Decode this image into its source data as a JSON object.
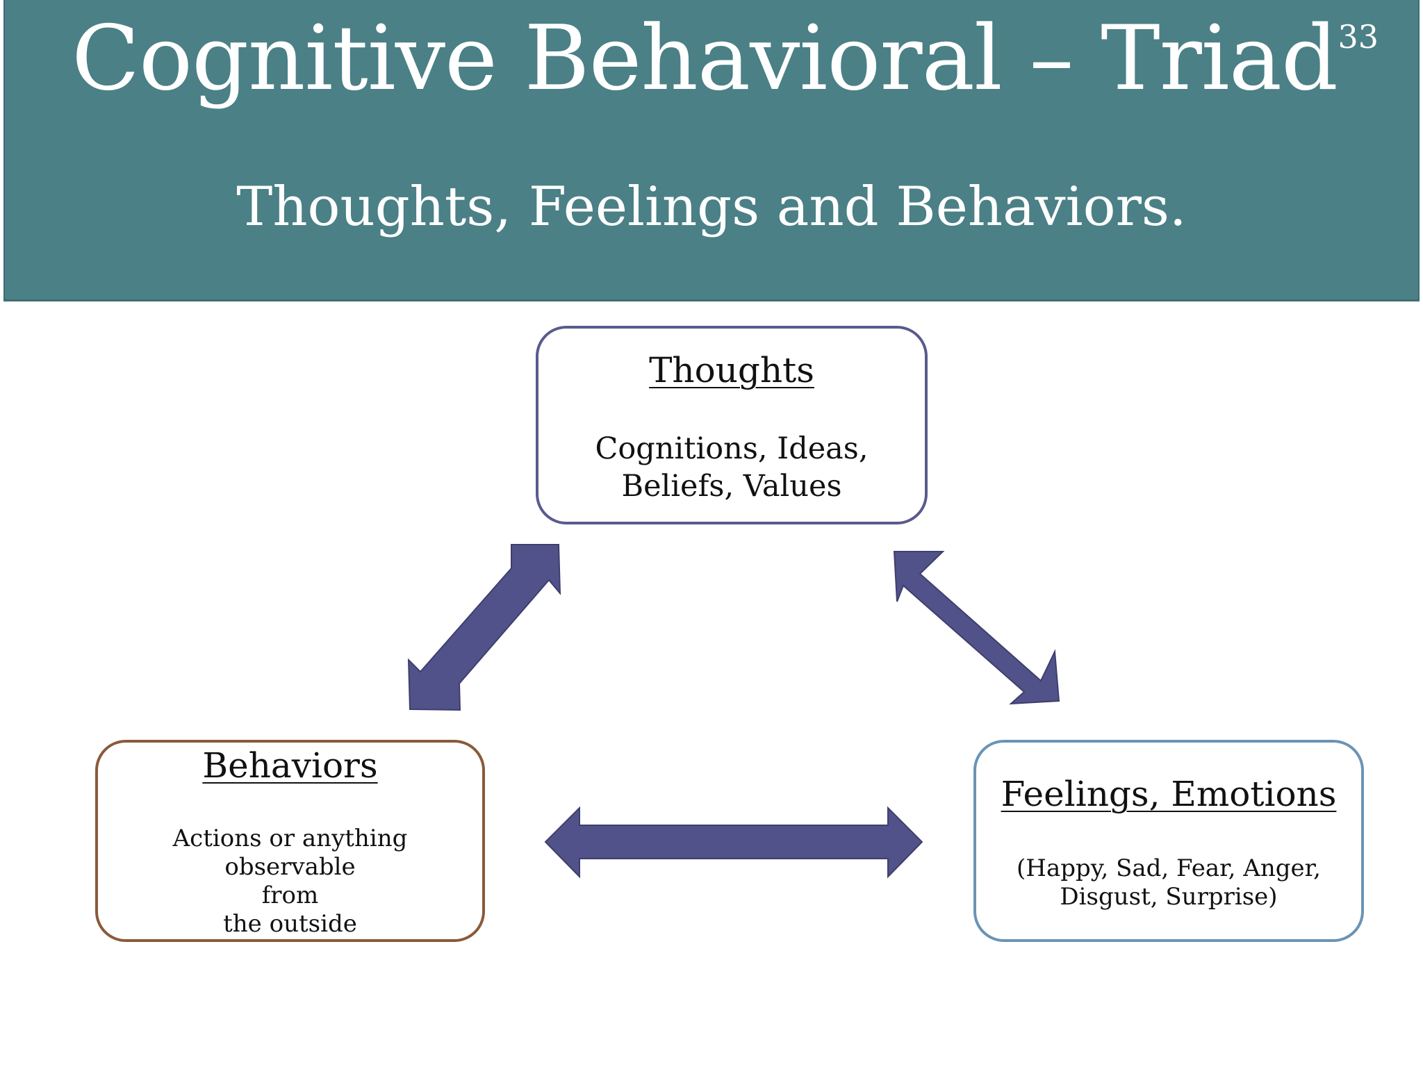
{
  "header": {
    "title": "Cognitive Behavioral – Triad",
    "subtitle": "Thoughts, Feelings and Behaviors.",
    "slide_number": "33"
  },
  "nodes": {
    "thoughts": {
      "title": "Thoughts",
      "body": "Cognitions, Ideas,\nBeliefs, Values"
    },
    "behaviors": {
      "title": "Behaviors",
      "body": "Actions or anything observable\nfrom\nthe outside"
    },
    "feelings": {
      "title": "Feelings, Emotions",
      "body": "(Happy, Sad, Fear, Anger,\nDisgust, Surprise)"
    }
  },
  "connections": [
    {
      "from": "thoughts",
      "to": "behaviors",
      "type": "bidirectional"
    },
    {
      "from": "thoughts",
      "to": "feelings",
      "type": "bidirectional"
    },
    {
      "from": "behaviors",
      "to": "feelings",
      "type": "bidirectional"
    }
  ],
  "colors": {
    "header_bg": "#4a8086",
    "arrow_fill": "#52528a",
    "thoughts_border": "#5a5a8e",
    "behaviors_border": "#8a5a3a",
    "feelings_border": "#6b93b5"
  }
}
